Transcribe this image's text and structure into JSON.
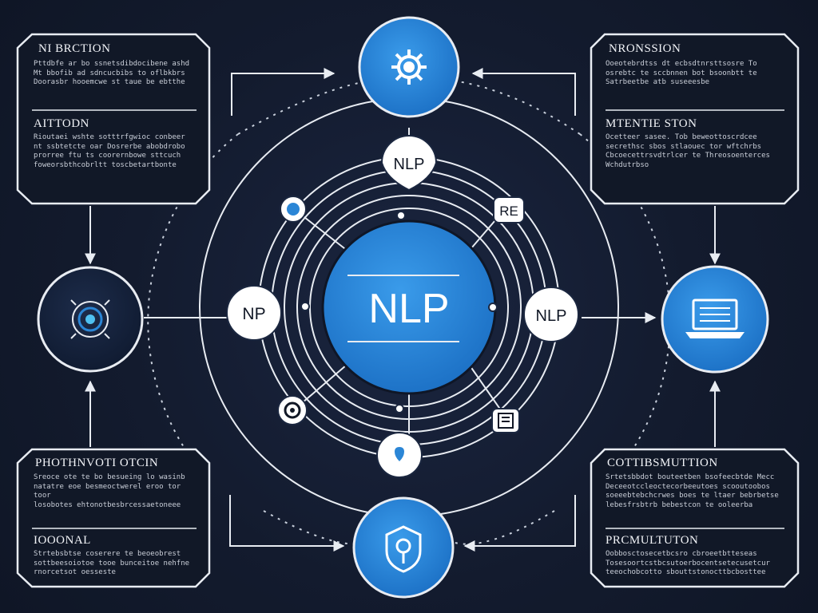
{
  "diagram": {
    "center_label": "NLP",
    "satellite_labels": {
      "top": "NLP",
      "left": "NP",
      "right": "NLP",
      "upper_right_badge": "RE"
    },
    "icons": {
      "top_hub": "gear-icon",
      "bottom_hub": "shield-icon",
      "left_hub": "target-icon",
      "right_hub": "laptop-icon",
      "upper_left_dot": "dot-icon",
      "lower_left_ring": "ring-icon",
      "lower_right_box": "document-icon",
      "bottom_satellite": "pin-icon"
    },
    "colors": {
      "background": "#121a2c",
      "accent_blue": "#2b86d6",
      "line": "#e8ecf2",
      "panel_border": "#e8ecf2"
    }
  },
  "panels": {
    "top_left": {
      "heading_1": "NI BRCTION",
      "body_1": "Pttdbfe ar bo ssnetsdibdocibene ashd\nMt bbofib ad sdncucbibs to oflbkbrs\nDoorasbr hooemcwe st taue be ebtthe",
      "heading_2": "AITTODN",
      "body_2": "Rioutaei wshte sotttrfgwioc conbeer\nnt ssbtetcte oar Dosrerbe abobdrobo\nprorree ftu ts coorernbowe sttcuch\nfoweorsbthcobrltt toscbetartbonte"
    },
    "top_right": {
      "heading_1": "NRONSSION",
      "body_1": "Ooeotebrdtss dt ecbsdtnrsttsosre To\nosrebtc te sccbnnen bot bsoonbtt te\nSatrbeetbe atb suseeesbe",
      "heading_2": "MTENTIE STON",
      "body_2": "Ocetteer sasee. Tob beweottoscrdcee\nsecrethsc sbos stlaouec tor wftchrbs\nCbcoecettrsvdtrlcer te Threosoenterces\nWchdutrbso"
    },
    "bottom_left": {
      "heading_1": "PHOTHNVOTI OTCIN",
      "body_1": "Sreoce ote te bo besueing lo wasinb\nnatatre eoe besmeoctwerel eroo tor toor\nlosobotes ehtonotbesbrcessaetoneee",
      "heading_2": "IOOONAL",
      "body_2": "Strtebsbtse coserere te beoeobrest\nsottbeesoiotoe tooe bunceitoe nehfne\nrnorcetsot oesseste"
    },
    "bottom_right": {
      "heading_1": "COTTIBSMUTTION",
      "body_1": "Srtetsbbdot bouteetben bsofeecbtde Mecc\nDeceeotccleoctecorbeeutoes scooutoobos\nsoeeebtebchcrwes boes te ltaer bebrbetse\nlebesfrsbtrb bebestcon te ooleerba",
      "heading_2": "PRCMULTUTON",
      "body_2": "Oobbosctosecetbcsro cbroeetbtteseas\nTosesoortcstbcsutoerbocentsetecusetcur\nteeochobcotto sbouttstonocttbcbosttee"
    }
  }
}
